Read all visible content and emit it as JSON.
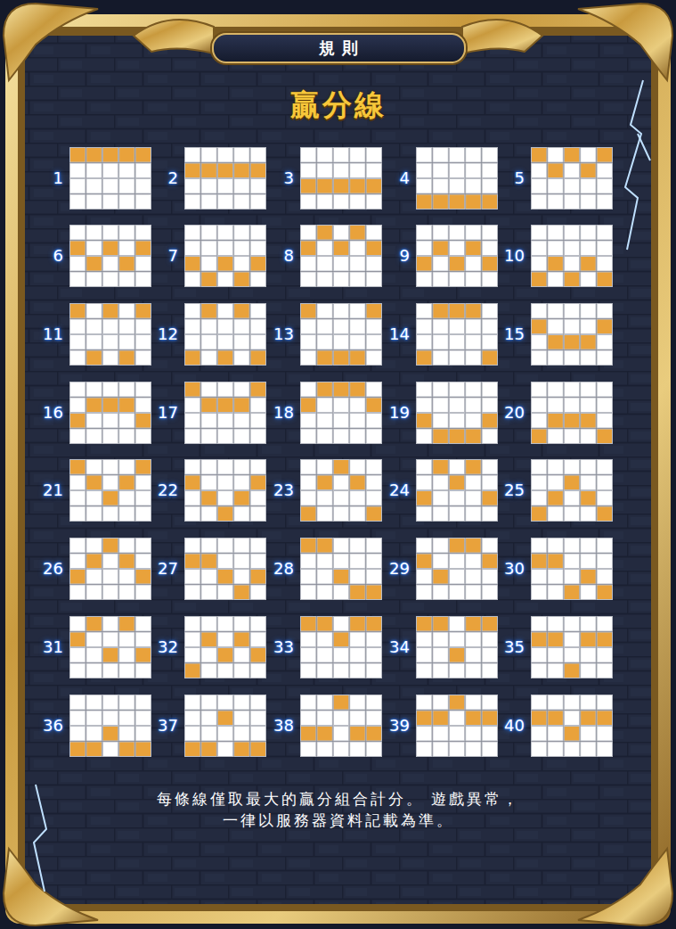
{
  "diagram": {
    "title": "贏分線",
    "caption": "每條線僅取最大的贏分組合計分。 遊戲異常，一律以服務器資料記載為準。",
    "nodes": [
      {
        "text": [
          "規則"
        ]
      },
      {
        "text": [
          "1"
        ]
      },
      {
        "text": [
          "2"
        ]
      },
      {
        "text": [
          "3"
        ]
      },
      {
        "text": [
          "4"
        ]
      },
      {
        "text": [
          "5"
        ]
      },
      {
        "text": [
          "6"
        ]
      },
      {
        "text": [
          "7"
        ]
      },
      {
        "text": [
          "8"
        ]
      },
      {
        "text": [
          "9"
        ]
      },
      {
        "text": [
          "10"
        ]
      },
      {
        "text": [
          "11"
        ]
      },
      {
        "text": [
          "12"
        ]
      },
      {
        "text": [
          "13"
        ]
      },
      {
        "text": [
          "14"
        ]
      },
      {
        "text": [
          "15"
        ]
      },
      {
        "text": [
          "16"
        ]
      },
      {
        "text": [
          "17"
        ]
      },
      {
        "text": [
          "18"
        ]
      },
      {
        "text": [
          "19"
        ]
      },
      {
        "text": [
          "20"
        ]
      },
      {
        "text": [
          "21"
        ]
      },
      {
        "text": [
          "22"
        ]
      },
      {
        "text": [
          "23"
        ]
      },
      {
        "text": [
          "24"
        ]
      },
      {
        "text": [
          "25"
        ]
      },
      {
        "text": [
          "26"
        ]
      },
      {
        "text": [
          "27"
        ]
      },
      {
        "text": [
          "28"
        ]
      },
      {
        "text": [
          "29"
        ]
      },
      {
        "text": [
          "30"
        ]
      },
      {
        "text": [
          "31"
        ]
      },
      {
        "text": [
          "32"
        ]
      },
      {
        "text": [
          "33"
        ]
      },
      {
        "text": [
          "34"
        ]
      },
      {
        "text": [
          "35"
        ]
      },
      {
        "text": [
          "36"
        ]
      },
      {
        "text": [
          "37"
        ]
      },
      {
        "text": [
          "38"
        ]
      },
      {
        "text": [
          "39"
        ]
      },
      {
        "text": [
          "40"
        ]
      }
    ]
  }
}
